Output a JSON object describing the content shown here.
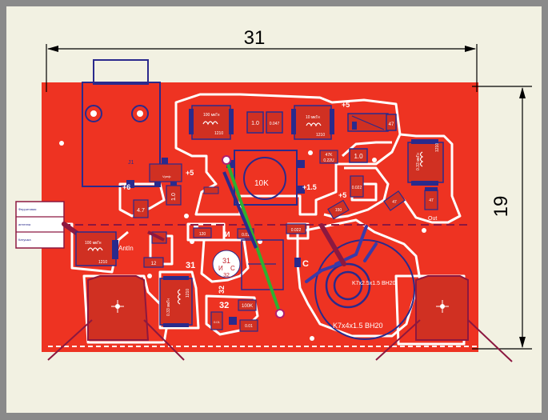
{
  "dimensions": {
    "width": "31",
    "height": "19"
  },
  "colors": {
    "frame": "#8a8a8a",
    "background": "#f2f1e2",
    "board": "#ee3322",
    "copper_gap": "#ffffff",
    "silkscreen": "#2a2a8c",
    "component_body": "#d03022",
    "dimension": "#000000",
    "outline": "#8c1840",
    "jumper": "#2fb030",
    "pad": "#b02070",
    "wire": "#3a3aa8"
  },
  "components": {
    "ind_top": "100 мкГн",
    "ind_top_code": "1210",
    "cap_1_0_top": "1.0",
    "cap_0_047": "0.047",
    "ind_right": "10 мкГн",
    "ind_right_code": "1210",
    "plus5_top": "+5",
    "vr_label": "47",
    "res_47k": "47K",
    "cap_0_22u": "0.22U",
    "cap_1_0_mid": "1.0",
    "ind_vert": "0.33 мкГн",
    "ind_vert_code": "1210",
    "trimpot": "10K",
    "plus5_left": "+5",
    "plus6": "+6",
    "vreg_label": "Vреф",
    "cap_1_0_left": "1.0",
    "cap_4_7": "4.7",
    "plus1_5": "+1.5",
    "cap_0_022_r": "0.022",
    "res_150": "150",
    "plus5_mid": "+5",
    "res_47_r": "47",
    "out_label": "Out",
    "out_cap": "47",
    "jack_pin": "J1",
    "ferrite_label": "Ферритовая",
    "ferrite_label2": "антенна",
    "coil_label": "Катушка",
    "ind_ant": "100 мкГн",
    "ant_in": "AntIn",
    "ind_ant_code": "1210",
    "res_120": "120",
    "res_12": "12",
    "ic_pin31": "31",
    "ic_pin32": "32",
    "ic_center": "C",
    "ic_top": "31",
    "ic_left": "И",
    "ic_name": "32",
    "c_label": "C",
    "cap_0_022_mid": "0.022",
    "res_100k": "100K",
    "cap_0_01": "0.01",
    "cap_0_01_b": "0.01",
    "cap_0_01_c": "0.01",
    "ic_num32": "32",
    "ind_bottom": "0.33 мкГн",
    "ind_bottom_code": "1210",
    "toroid_inner": "K7x2.5x1.5 ВН20",
    "toroid_outer": "K7x4x1.5 ВН20",
    "transistor_label": "И"
  }
}
